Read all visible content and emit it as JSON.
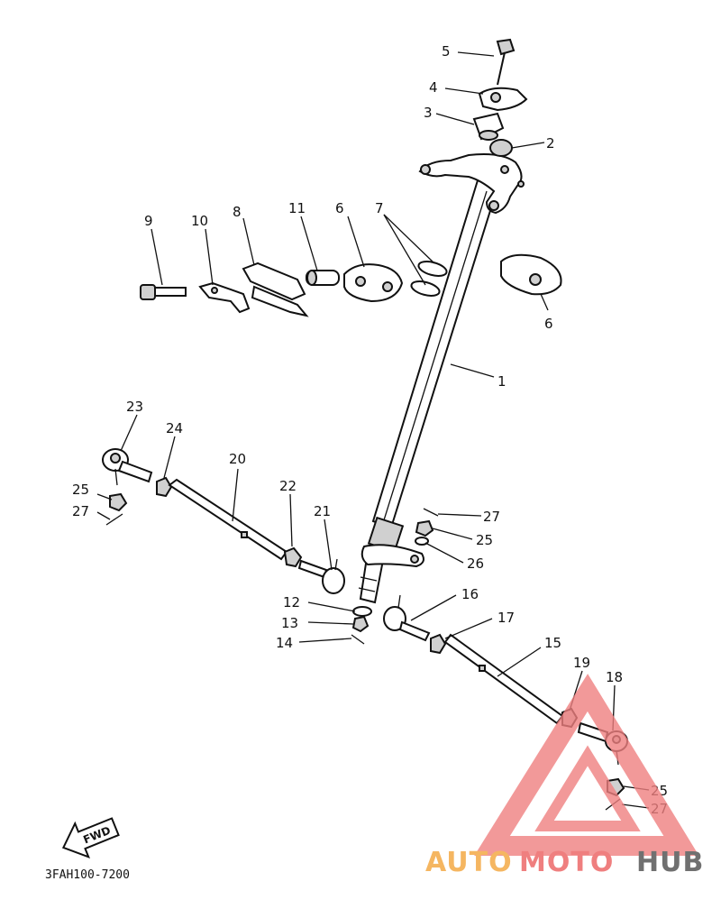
{
  "diagram_code": "3FAH100-7200",
  "fwd_label": "FWD",
  "watermark": {
    "part1": "AUTO",
    "part2": "MOTO",
    "part3": "HUB",
    "color_orange": "#f5b661",
    "color_red": "#ef7f7f",
    "color_gray": "#707070"
  },
  "callouts": [
    {
      "id": "c1",
      "n": "1"
    },
    {
      "id": "c2",
      "n": "2"
    },
    {
      "id": "c3",
      "n": "3"
    },
    {
      "id": "c4",
      "n": "4"
    },
    {
      "id": "c5",
      "n": "5"
    },
    {
      "id": "c6a",
      "n": "6"
    },
    {
      "id": "c6b",
      "n": "6"
    },
    {
      "id": "c7",
      "n": "7"
    },
    {
      "id": "c8",
      "n": "8"
    },
    {
      "id": "c9",
      "n": "9"
    },
    {
      "id": "c10",
      "n": "10"
    },
    {
      "id": "c11",
      "n": "11"
    },
    {
      "id": "c12",
      "n": "12"
    },
    {
      "id": "c13",
      "n": "13"
    },
    {
      "id": "c14",
      "n": "14"
    },
    {
      "id": "c15",
      "n": "15"
    },
    {
      "id": "c16",
      "n": "16"
    },
    {
      "id": "c17",
      "n": "17"
    },
    {
      "id": "c18",
      "n": "18"
    },
    {
      "id": "c19",
      "n": "19"
    },
    {
      "id": "c20",
      "n": "20"
    },
    {
      "id": "c21",
      "n": "21"
    },
    {
      "id": "c22",
      "n": "22"
    },
    {
      "id": "c23",
      "n": "23"
    },
    {
      "id": "c24",
      "n": "24"
    },
    {
      "id": "c25a",
      "n": "25"
    },
    {
      "id": "c25b",
      "n": "25"
    },
    {
      "id": "c25c",
      "n": "25"
    },
    {
      "id": "c26",
      "n": "26"
    },
    {
      "id": "c27a",
      "n": "27"
    },
    {
      "id": "c27b",
      "n": "27"
    },
    {
      "id": "c27c",
      "n": "27"
    }
  ]
}
